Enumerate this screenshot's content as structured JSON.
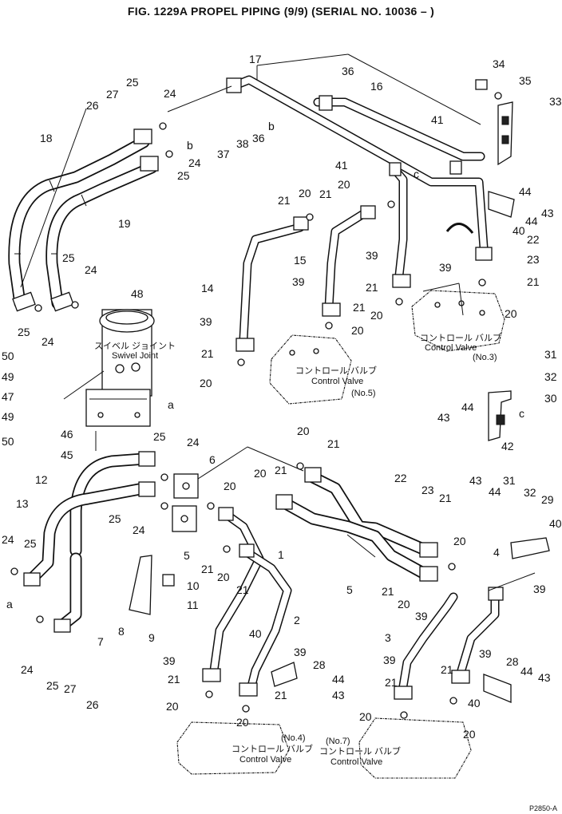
{
  "figure": {
    "title": "FIG. 1229A  PROPEL PIPING (9/9) (SERIAL NO. 10036 – )",
    "page_code": "P2850-A"
  },
  "labels": {
    "swivel_jp": "スイベル ジョイント",
    "swivel_en": "Swivel Joint",
    "cv3_jp": "コントロール バルブ",
    "cv3_en": "Control Valve",
    "cv3_no": "(No.3)",
    "cv5_jp": "コントロール バルブ",
    "cv5_en": "Control Valve",
    "cv5_no": "(No.5)",
    "cv4_no": "(No.4)",
    "cv4_jp": "コントロール バルブ",
    "cv4_en": "Control Valve",
    "cv7_no": "(No.7)",
    "cv7_jp": "コントロール バルブ",
    "cv7_en": "Control Valve"
  },
  "callouts": {
    "c17": "17",
    "c34": "34",
    "c35": "35",
    "c33": "33",
    "c36a": "36",
    "c16": "16",
    "c25a": "25",
    "c27a": "27",
    "c26a": "26",
    "c24a": "24",
    "c18": "18",
    "c36b": "36",
    "c38": "38",
    "c37": "37",
    "b1": "b",
    "b2": "b",
    "c24b": "24",
    "c25b": "25",
    "c41a": "41",
    "c41b": "41",
    "cC1": "c",
    "c19": "19",
    "c21a": "21",
    "c20a": "20",
    "c21b": "21",
    "c20b": "20",
    "c44a": "44",
    "c43a": "43",
    "c40a": "40",
    "c22a": "22",
    "c23a": "23",
    "c21c": "21",
    "c39a": "39",
    "c15": "15",
    "c39b": "39",
    "c21d": "21",
    "c39c": "39",
    "c21e": "21",
    "c20c": "20",
    "c20d": "20",
    "c20e": "20",
    "c25c": "25",
    "c24c": "24",
    "c48": "48",
    "c25d": "25",
    "c24d": "24",
    "c14": "14",
    "c39d": "39",
    "c21f": "21",
    "c20f": "20",
    "c50a": "50",
    "c49a": "49",
    "c47": "47",
    "c49b": "49",
    "c50b": "50",
    "a1": "a",
    "c46": "46",
    "c45": "45",
    "c31a": "31",
    "c32a": "32",
    "c30": "30",
    "c43b": "43",
    "c44b": "44",
    "cC2": "c",
    "c42": "42",
    "c25e": "25",
    "c24e": "24",
    "c12": "12",
    "c6": "6",
    "c20g": "20",
    "c21g": "21",
    "c13": "13",
    "c25f": "25",
    "c24f": "24",
    "c20h": "20",
    "c21h": "21",
    "c20i": "20",
    "c22b": "22",
    "c23b": "23",
    "c21i": "21",
    "c43c": "43",
    "c44c": "44",
    "c31b": "31",
    "c32b": "32",
    "c29": "29",
    "c40b": "40",
    "c24g": "24",
    "c25g": "25",
    "c5a": "5",
    "c21j": "21",
    "c20j": "20",
    "c21k": "21",
    "c1": "1",
    "c20k": "20",
    "c5b": "5",
    "c4": "4",
    "c21l": "21",
    "c20l": "20",
    "a2": "a",
    "c10": "10",
    "c11": "11",
    "c7": "7",
    "c8": "8",
    "c9": "9",
    "c24h": "24",
    "c2": "2",
    "c39e": "39",
    "c39f": "39",
    "c25h": "25",
    "c27b": "27",
    "c26b": "26",
    "c39g": "39",
    "c40c": "40",
    "c3": "3",
    "c39h": "39",
    "c39i": "39",
    "c28a": "28",
    "c28b": "28",
    "c21m": "21",
    "c21n": "21",
    "c44d": "44",
    "c43d": "43",
    "c21o": "21",
    "c44e": "44",
    "c43e": "43",
    "c40d": "40",
    "c21p": "21",
    "c20m": "20",
    "c20n": "20",
    "c20o": "20",
    "c20p": "20"
  }
}
